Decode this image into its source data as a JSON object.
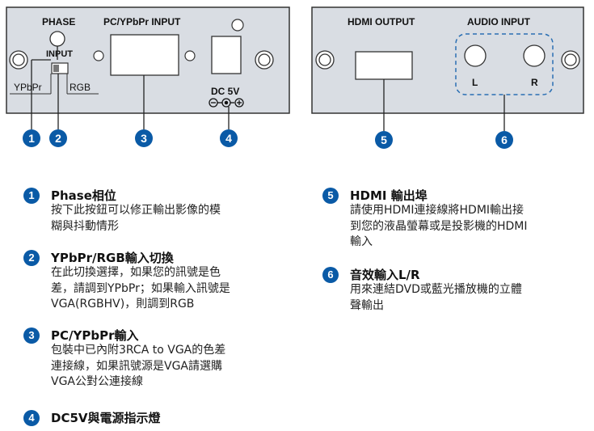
{
  "colors": {
    "badge": "#0a5aa6",
    "panel_fill": "#d9dde3",
    "panel_stroke": "#333333",
    "dashed": "#2a6fb3"
  },
  "left_panel": {
    "phase_label": "PHASE",
    "input_title": "PC/YPbPr INPUT",
    "input_label": "INPUT",
    "ypbpr_label": "YPbPr",
    "rgb_label": "RGB",
    "dc_label": "DC 5V"
  },
  "right_panel": {
    "hdmi_label": "HDMI OUTPUT",
    "audio_label": "AUDIO INPUT",
    "l_label": "L",
    "r_label": "R"
  },
  "callouts": [
    "1",
    "2",
    "3",
    "4",
    "5",
    "6"
  ],
  "items": [
    {
      "num": "1",
      "title": "Phase相位",
      "desc": [
        "按下此按鈕可以修正輸出影像的模",
        "糊與抖動情形"
      ]
    },
    {
      "num": "2",
      "title": "YPbPr/RGB輸入切換",
      "desc": [
        "在此切換選擇，如果您的訊號是色",
        "差，請調到YPbPr；如果輸入訊號是",
        "VGA(RGBHV)，則調到RGB"
      ]
    },
    {
      "num": "3",
      "title": "PC/YPbPr輸入",
      "desc": [
        "包裝中已內附3RCA to  VGA的色差",
        "連接線，如果訊號源是VGA請選購",
        "VGA公對公連接線"
      ]
    },
    {
      "num": "4",
      "title": "DC5V與電源指示燈",
      "desc": []
    },
    {
      "num": "5",
      "title": "HDMI 輸出埠",
      "desc": [
        "請使用HDMI連接線將HDMI輸出接",
        "到您的液晶螢幕或是投影機的HDMI",
        "輸入"
      ]
    },
    {
      "num": "6",
      "title": "音效輸入L/R",
      "desc": [
        "用來連結DVD或藍光播放機的立體",
        "聲輸出"
      ]
    }
  ]
}
